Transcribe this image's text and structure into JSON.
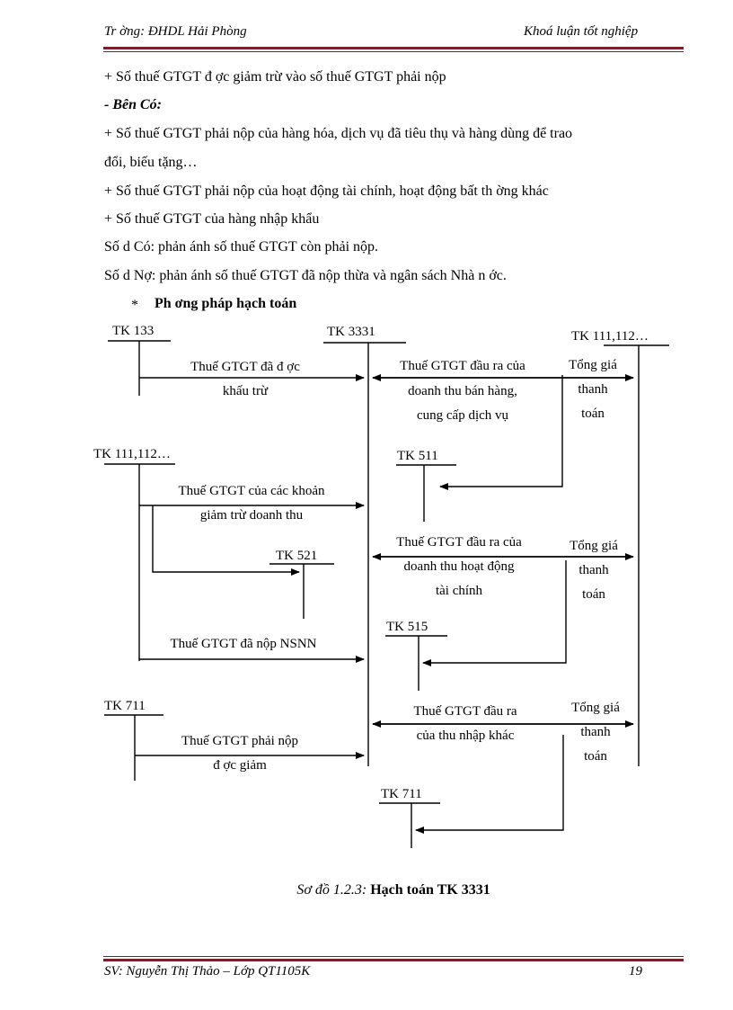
{
  "header": {
    "left": "Tr ờng: ĐHDL Hải Phòng",
    "right": "Khoá luận tốt nghiệp"
  },
  "body": {
    "line1": "+ Số thuế GTGT đ ợc giảm trừ vào số thuế GTGT phải nộp",
    "line2": "- Bên Có:",
    "line3": "+ Số thuế GTGT phải nộp của hàng hóa, dịch vụ đã tiêu thụ và hàng dùng để trao",
    "line4": "đổi, biếu tặng…",
    "line5": "+ Số thuế GTGT phải nộp của hoạt động tài chính, hoạt động bất th ờng khác",
    "line6": "+ Số thuế GTGT của hàng nhập khẩu",
    "line7": "Số d   Có: phản ánh số thuế GTGT còn phải nộp.",
    "line8": "Số d   Nợ: phản ánh số thuế GTGT đã nộp thừa và ngân sách Nhà n ớc.",
    "section_bullet": "*",
    "section_title": "Ph  ơng pháp hạch toán"
  },
  "diagram": {
    "accounts": {
      "tk133": "TK 133",
      "tk3331": "TK 3331",
      "tk111_right": "TK 111,112…",
      "tk111_left": "TK 111,112…",
      "tk511": "TK 511",
      "tk521": "TK 521",
      "tk515": "TK 515",
      "tk711_left": "TK 711",
      "tk711_bottom": "TK 711"
    },
    "labels": {
      "deducted_1": "Thuế GTGT đã đ  ợc",
      "deducted_2": "khấu trừ",
      "output_sales_1": "Thuế GTGT đầu ra của",
      "output_sales_2": "doanh thu bán hàng,",
      "output_sales_3": "cung cấp dịch vụ",
      "total_1a": "Tổng giá",
      "total_1b": "thanh",
      "total_1c": "toán",
      "reduction_1": "Thuế GTGT của các khoản",
      "reduction_2": "giảm trừ doanh thu",
      "output_fin_1": "Thuế GTGT đầu ra của",
      "output_fin_2": "doanh thu hoạt động",
      "output_fin_3": "tài chính",
      "total_2a": "Tổng giá",
      "total_2b": "thanh",
      "total_2c": "toán",
      "paid_nsnn": "Thuế GTGT đã nộp NSNN",
      "output_other_1": "Thuế GTGT đầu ra",
      "output_other_2": "của thu nhập khác",
      "total_3a": "Tổng giá",
      "total_3b": "thanh",
      "total_3c": "toán",
      "payable_reduced_1": "Thuế GTGT phải nộp",
      "payable_reduced_2": "đ  ợc giảm"
    }
  },
  "caption": {
    "prefix": "Sơ đồ 1.2.3:",
    "title": "Hạch toán TK 3331"
  },
  "footer": {
    "left": "SV: Nguyễn Thị Thảo – Lớp QT1105K",
    "right": "19"
  },
  "colors": {
    "rule": "#7a1f2b"
  }
}
